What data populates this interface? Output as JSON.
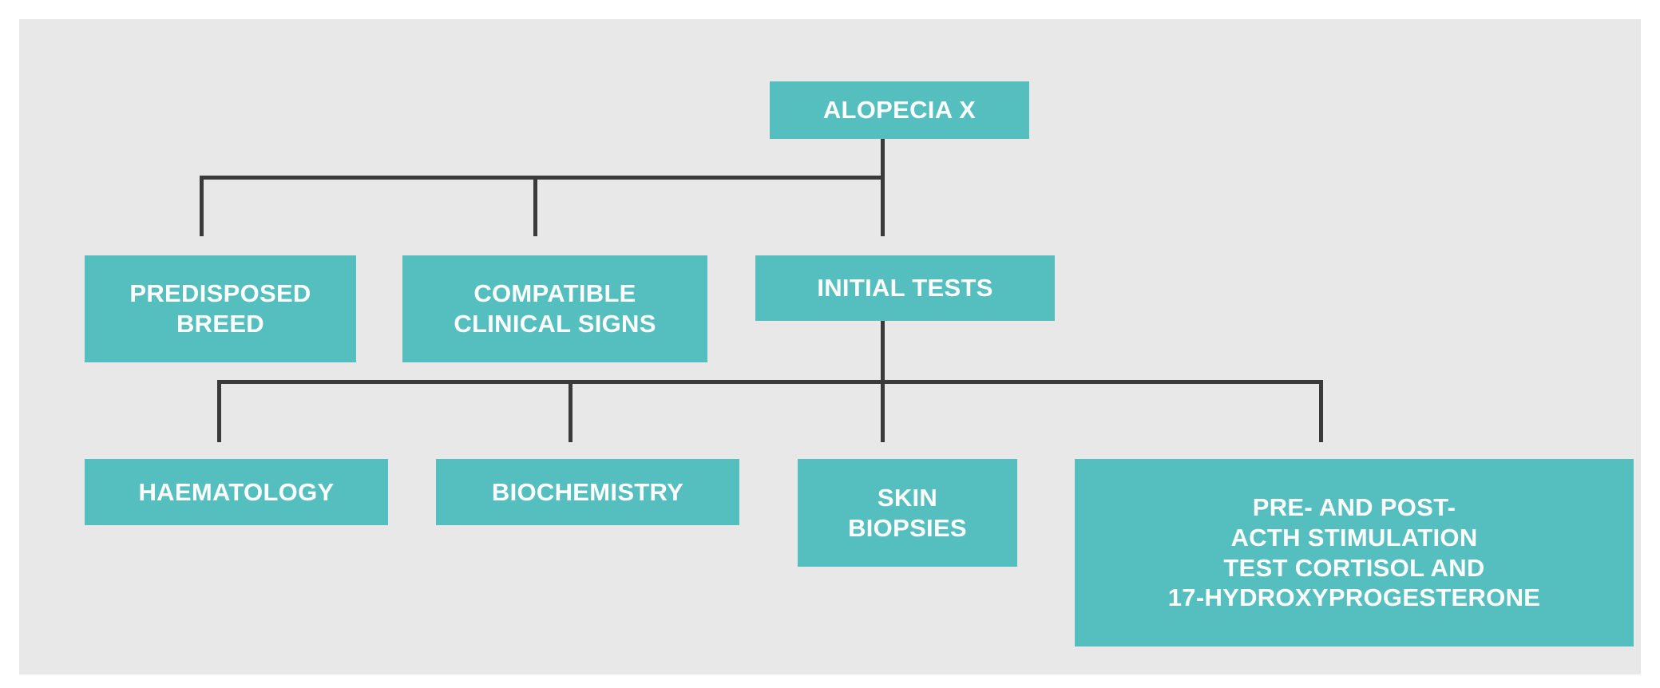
{
  "diagram": {
    "title": "Alopecia X diagnostic approach flowchart",
    "type": "flowchart",
    "orientation": "top-down",
    "colors": {
      "background": "#ffffff",
      "panel": "#e8e8e8",
      "node_fill": "#55bfbf",
      "node_text": "#ffffff",
      "connector": "#3a3a3a"
    },
    "nodes": [
      {
        "id": "alopecia-x",
        "label": "ALOPECIA X",
        "level": 0
      },
      {
        "id": "predisposed-breed",
        "label": "PREDISPOSED\nBREED",
        "level": 1
      },
      {
        "id": "compatible-clinical-signs",
        "label": "COMPATIBLE\nCLINICAL SIGNS",
        "level": 1
      },
      {
        "id": "initial-tests",
        "label": "INITIAL TESTS",
        "level": 1
      },
      {
        "id": "haematology",
        "label": "HAEMATOLOGY",
        "level": 2
      },
      {
        "id": "biochemistry",
        "label": "BIOCHEMISTRY",
        "level": 2
      },
      {
        "id": "skin-biopsies",
        "label": "SKIN\nBIOPSIES",
        "level": 2
      },
      {
        "id": "acth-stimulation",
        "label": "PRE- AND POST-\nACTH STIMULATION\nTEST CORTISOL AND\n17-HYDROXYPROGESTERONE",
        "level": 2
      }
    ],
    "edges": [
      {
        "from": "alopecia-x",
        "to": "predisposed-breed"
      },
      {
        "from": "alopecia-x",
        "to": "compatible-clinical-signs"
      },
      {
        "from": "alopecia-x",
        "to": "initial-tests"
      },
      {
        "from": "initial-tests",
        "to": "haematology"
      },
      {
        "from": "initial-tests",
        "to": "biochemistry"
      },
      {
        "from": "initial-tests",
        "to": "skin-biopsies"
      },
      {
        "from": "initial-tests",
        "to": "acth-stimulation"
      }
    ]
  }
}
